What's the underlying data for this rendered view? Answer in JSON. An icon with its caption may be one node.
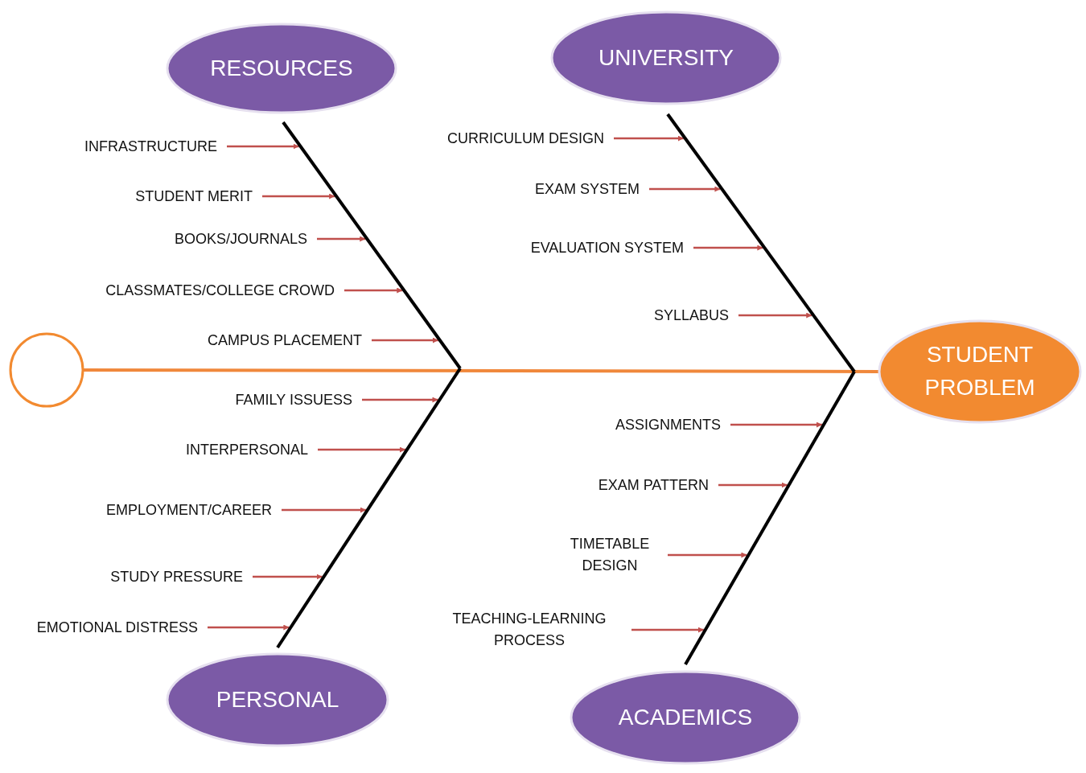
{
  "diagram": {
    "nodes": [
      {
        "text": [
          "RESOURCES"
        ]
      },
      {
        "text": [
          "UNIVERSITY"
        ]
      },
      {
        "text": [],
        "shape": "line"
      },
      {
        "text": [],
        "shape": "line"
      },
      {
        "text": [
          "INFRASTRUCTURE"
        ]
      },
      {
        "text": [
          "STUDENT MERIT"
        ]
      },
      {
        "text": [
          "BOOKS/JOURNALS"
        ]
      },
      {
        "text": [
          "CLASSMATES/COLLEGE CROWD"
        ]
      },
      {
        "text": [
          "CAMPUS PLACEMENT"
        ]
      },
      {
        "text": [
          "CURRICULUM DESIGN"
        ]
      },
      {
        "text": [
          "EXAM SYSTEM"
        ]
      },
      {
        "text": [
          "EVALUATION SYSTEM"
        ]
      },
      {
        "text": [
          "SYLLABUS"
        ]
      },
      {
        "text": [],
        "shape": "circle"
      },
      {
        "text": [
          "STUDENT PROBLEM"
        ]
      },
      {
        "text": [],
        "shape": "line"
      },
      {
        "text": [],
        "shape": "line"
      },
      {
        "text": [
          "FAMILY ISSUESS"
        ]
      },
      {
        "text": [
          "INTERPERSONAL"
        ]
      },
      {
        "text": [
          "EMPLOYMENT/CAREER"
        ]
      },
      {
        "text": [
          "STUDY PRESSURE"
        ]
      },
      {
        "text": [
          "EMOTIONAL DISTRESS"
        ]
      },
      {
        "text": [
          "ASSIGNMENTS"
        ]
      },
      {
        "text": [
          "EXAM PATTERN"
        ]
      },
      {
        "text": [
          "TIMETABLE DESIGN"
        ]
      },
      {
        "text": [
          "TEACHING-LEARNING PROCESS"
        ]
      },
      {
        "text": [
          "PERSONAL"
        ]
      },
      {
        "text": [
          "ACADEMICS"
        ]
      }
    ],
    "edges": [
      {
        "from": 13,
        "to": 14,
        "arrow": "none",
        "color": "#f0883c"
      },
      {
        "from": 4,
        "to": 2,
        "arrow": "to"
      },
      {
        "from": 5,
        "to": 2,
        "arrow": "to"
      },
      {
        "from": 6,
        "to": 2,
        "arrow": "to"
      },
      {
        "from": 7,
        "to": 2,
        "arrow": "to"
      },
      {
        "from": 8,
        "to": 2,
        "arrow": "to"
      },
      {
        "from": 9,
        "to": 3,
        "arrow": "to"
      },
      {
        "from": 10,
        "to": 3,
        "arrow": "to"
      },
      {
        "from": 11,
        "to": 3,
        "arrow": "to"
      },
      {
        "from": 12,
        "to": 3,
        "arrow": "to"
      },
      {
        "from": 17,
        "to": 15,
        "arrow": "to"
      },
      {
        "from": 18,
        "to": 15,
        "arrow": "to"
      },
      {
        "from": 19,
        "to": 15,
        "arrow": "to"
      },
      {
        "from": 20,
        "to": 15,
        "arrow": "to"
      },
      {
        "from": 21,
        "to": 15,
        "arrow": "to"
      },
      {
        "from": 22,
        "to": 16,
        "arrow": "to"
      },
      {
        "from": 23,
        "to": 16,
        "arrow": "to"
      },
      {
        "from": 24,
        "to": 16,
        "arrow": "to"
      },
      {
        "from": 25,
        "to": 16,
        "arrow": "to"
      }
    ]
  }
}
